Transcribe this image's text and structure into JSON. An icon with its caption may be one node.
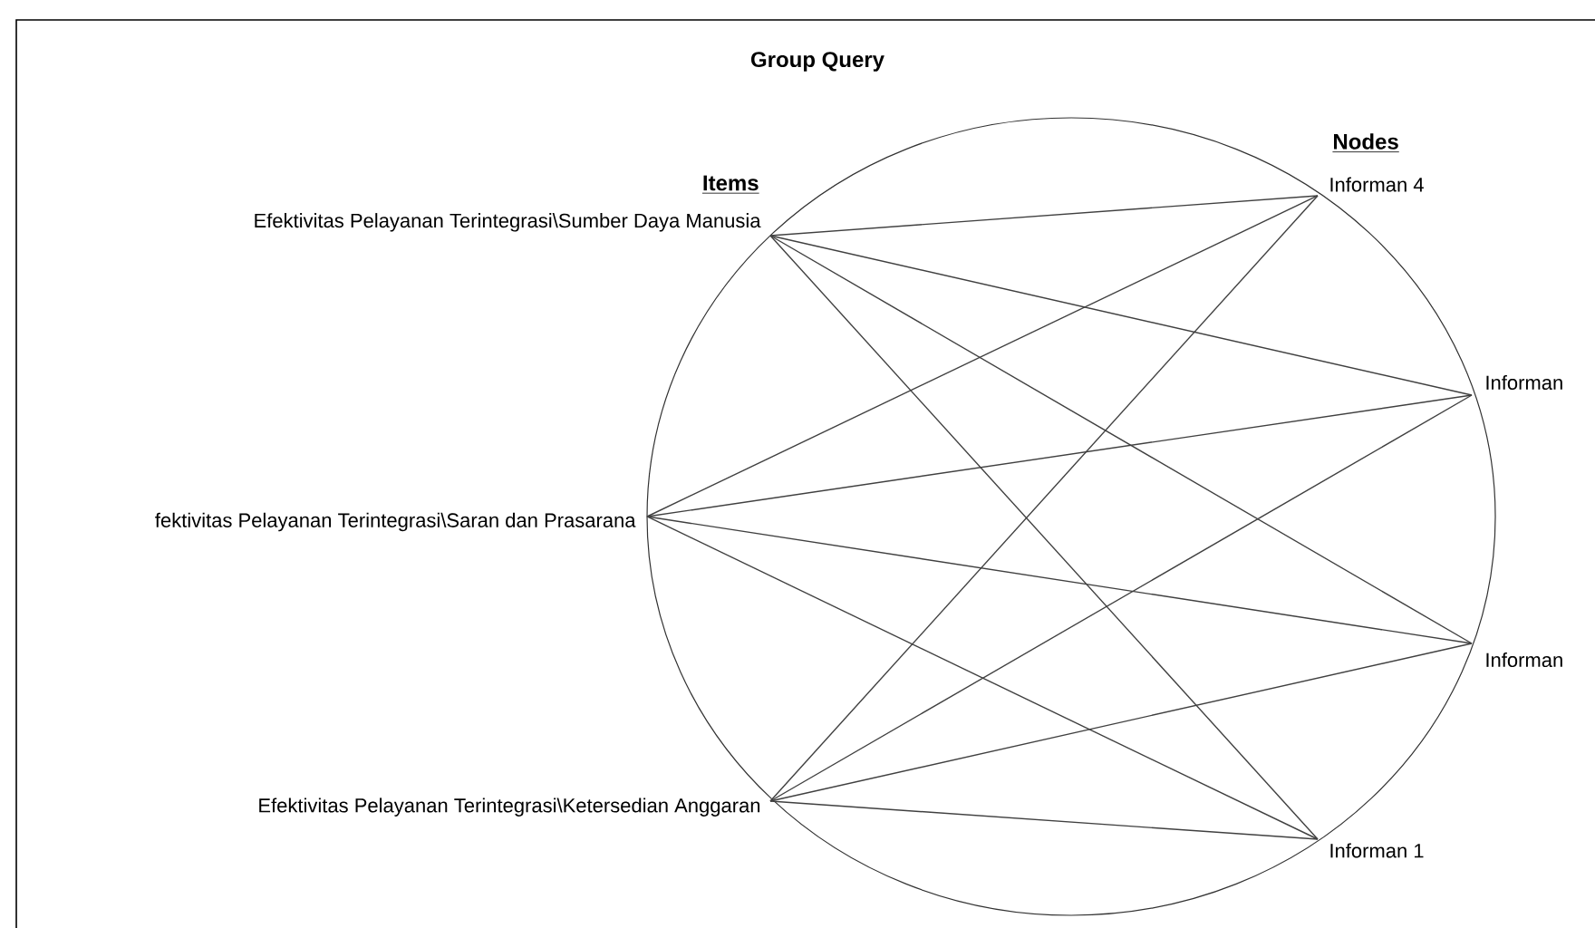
{
  "diagram": {
    "title": "Group Query",
    "nodes": [
      {
        "text": [
          "Efektivitas Pelayanan Terintegrasi\\Sumber Daya Manusia"
        ]
      },
      {
        "text": [
          "fektivitas Pelayanan Terintegrasi\\Saran dan Prasarana"
        ]
      },
      {
        "text": [
          "Efektivitas Pelayanan Terintegrasi\\Ketersedian Anggaran"
        ]
      },
      {
        "text": [
          "Informan 4"
        ]
      },
      {
        "text": [
          "Informan"
        ]
      },
      {
        "text": [
          "Informan"
        ]
      },
      {
        "text": [
          "Informan 1"
        ]
      }
    ],
    "edges": [
      {
        "from": 0,
        "to": 3,
        "arrow": "none"
      },
      {
        "from": 0,
        "to": 4,
        "arrow": "none"
      },
      {
        "from": 0,
        "to": 5,
        "arrow": "none"
      },
      {
        "from": 0,
        "to": 6,
        "arrow": "none"
      },
      {
        "from": 1,
        "to": 3,
        "arrow": "none"
      },
      {
        "from": 1,
        "to": 4,
        "arrow": "none"
      },
      {
        "from": 1,
        "to": 5,
        "arrow": "none"
      },
      {
        "from": 1,
        "to": 6,
        "arrow": "none"
      },
      {
        "from": 2,
        "to": 3,
        "arrow": "none"
      },
      {
        "from": 2,
        "to": 4,
        "arrow": "none"
      },
      {
        "from": 2,
        "to": 5,
        "arrow": "none"
      },
      {
        "from": 2,
        "to": 6,
        "arrow": "none"
      }
    ],
    "labels": [
      "Items",
      "Nodes"
    ]
  }
}
